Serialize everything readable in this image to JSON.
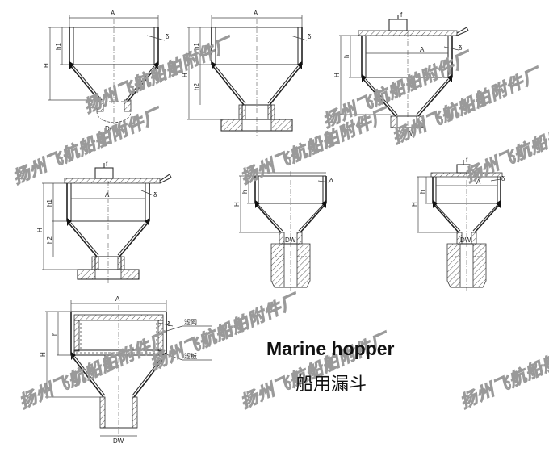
{
  "title": {
    "en": "Marine hopper",
    "zh": "船用漏斗"
  },
  "watermark": "扬州飞航船舶附件厂",
  "dims": {
    "A": "A",
    "H": "H",
    "h": "h",
    "h1": "h1",
    "h2": "h2",
    "delta": "δ",
    "DW": "DW",
    "Dw": "Dw"
  },
  "callouts": {
    "filter_net": "滤网",
    "filter_plate": "滤板"
  }
}
